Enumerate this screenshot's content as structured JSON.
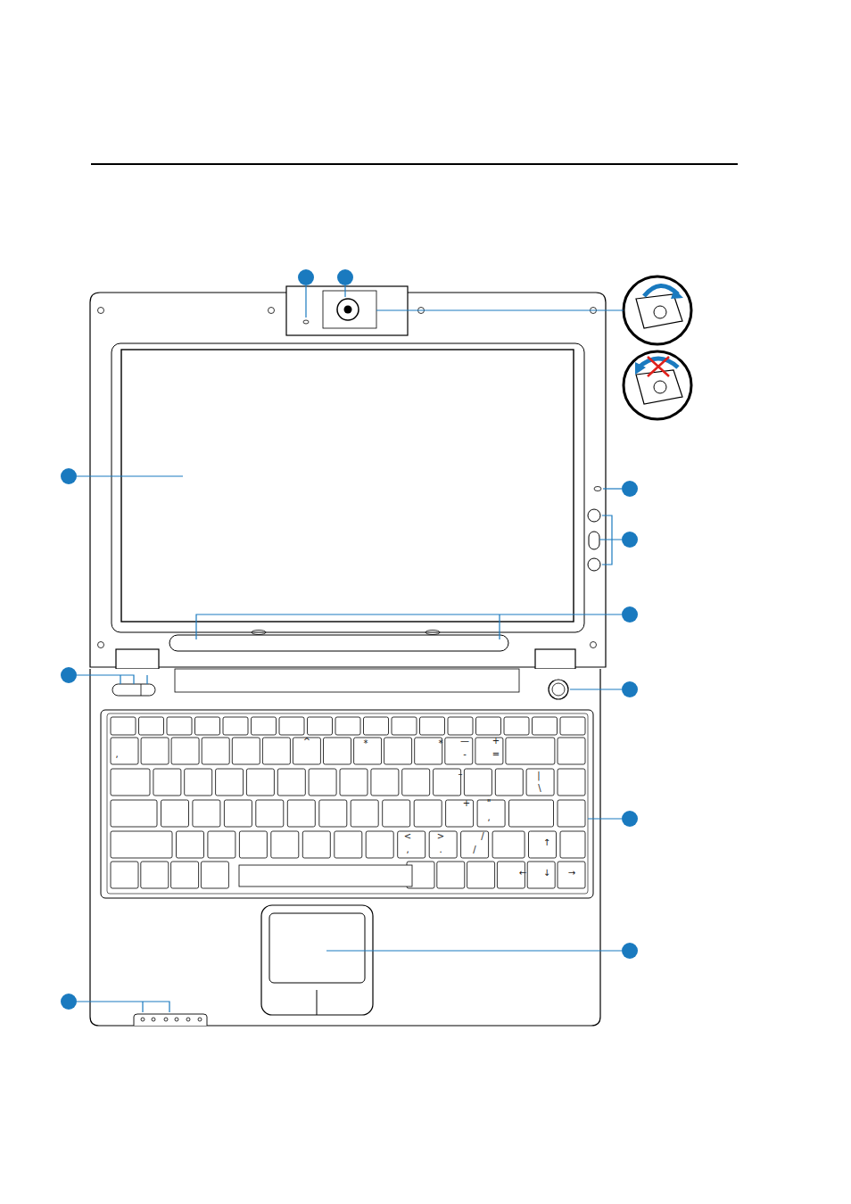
{
  "diagram": {
    "labels": [
      ",",
      "^",
      "*",
      "*",
      "—",
      "-",
      "+",
      "=",
      "|",
      "\\",
      "–",
      "+",
      "\"",
      ",",
      "<",
      ",",
      ">",
      ".",
      "/",
      "/",
      "↑",
      "←",
      "↓",
      "→"
    ]
  }
}
